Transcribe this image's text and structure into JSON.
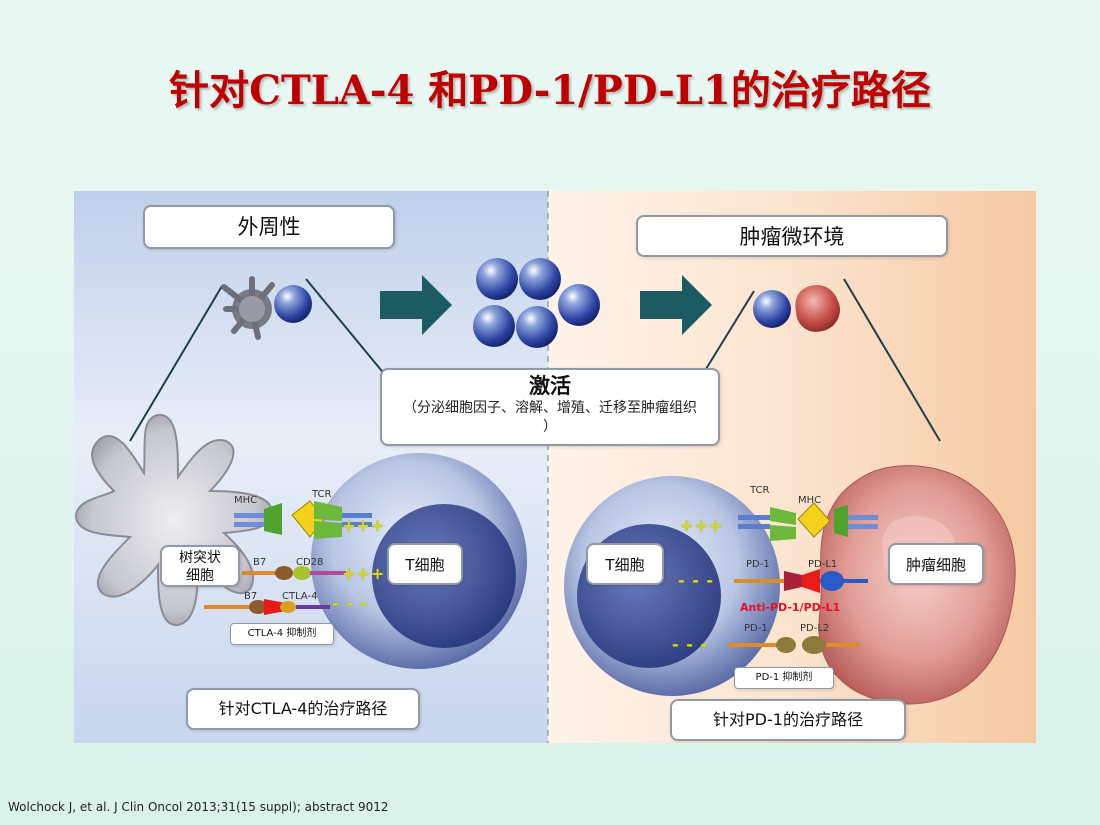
{
  "title": "针对CTLA-4 和PD-1/PD-L1的治疗路径",
  "regions": {
    "peripheral": "外周性",
    "tumor_microenvironment": "肿瘤微环境"
  },
  "activation": {
    "title": "激活",
    "description": "（分泌细胞因子、溶解、增殖、迁移至肿瘤组织 ）"
  },
  "cells": {
    "dendritic_cell": "树突状\n细胞",
    "t_cell_left": "T细胞",
    "t_cell_right": "T细胞",
    "tumor_cell": "肿瘤细胞"
  },
  "molecules_left": {
    "mhc": "MHC",
    "tcr": "TCR",
    "b7_a": "B7",
    "cd28": "CD28",
    "b7_b": "B7",
    "ctla4": "CTLA-4"
  },
  "molecules_right": {
    "tcr": "TCR",
    "mhc": "MHC",
    "pd1_a": "PD-1",
    "pdl1": "PD-L1",
    "anti": "Anti-PD-1/PD-L1",
    "pd1_b": "PD-1",
    "pdl2": "PD-L2"
  },
  "signals": {
    "positive": "+++",
    "negative": "- - -"
  },
  "drugs": {
    "ctla4_inhibitor": "CTLA-4 抑制剂",
    "pd1_inhibitor": "PD-1 抑制剂"
  },
  "pathways": {
    "ctla4": "针对CTLA-4的治疗路径",
    "pd1": "针对PD-1的治疗路径"
  },
  "reference": "Wolchock J, et al. J Clin Oncol 2013;31(15 suppl); abstract 9012",
  "colors": {
    "title": "#c00000",
    "arrow": "#1d5b63",
    "t_cell": "#3d4fa0",
    "tumor": "#c96a66",
    "dendritic": "#8a8a96",
    "signal_positive": "#d7e000"
  }
}
